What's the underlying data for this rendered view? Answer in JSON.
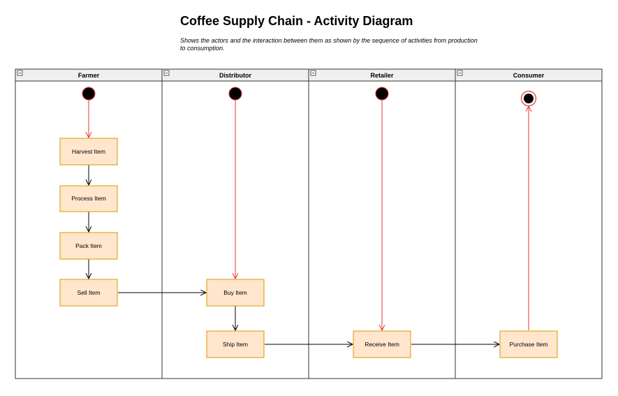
{
  "title": "Coffee Supply Chain - Activity Diagram",
  "subtitle": "Shows the actors and the interaction between them as shown by the sequence of activities from production to consumption.",
  "lanes": [
    {
      "name": "Farmer"
    },
    {
      "name": "Distributor"
    },
    {
      "name": "Retailer"
    },
    {
      "name": "Consumer"
    }
  ],
  "activities": {
    "harvest": "Harvest Item",
    "process": "Process Item",
    "pack": "Pack Item",
    "sell": "Sell Item",
    "buy": "Buy Item",
    "ship": "Ship Item",
    "receive": "Receive Item",
    "purchase": "Purchase Item"
  },
  "colors": {
    "activity_fill": "#ffe6cc",
    "activity_stroke": "#d79b00",
    "control_flow": "#e83434",
    "object_flow": "#000000",
    "lane_border": "#333333",
    "header_fill": "#f0f0f0"
  }
}
